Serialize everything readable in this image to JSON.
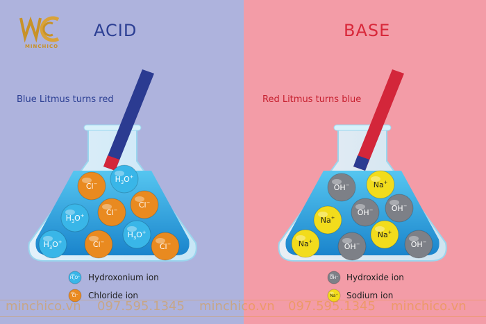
{
  "acid": {
    "heading": "ACID",
    "caption": "Blue Litmus turns red",
    "ions": [
      {
        "label": "Cl",
        "sup": "−",
        "kind": "chloride"
      },
      {
        "label": "H",
        "sub": "3",
        "rest": "O",
        "sup": "+",
        "kind": "hydroxonium"
      },
      {
        "label": "Cl",
        "sup": "−",
        "kind": "chloride"
      },
      {
        "label": "H",
        "sub": "3",
        "rest": "O",
        "sup": "+",
        "kind": "hydroxonium"
      },
      {
        "label": "Cl",
        "sup": "−",
        "kind": "chloride"
      },
      {
        "label": "H",
        "sub": "3",
        "rest": "O",
        "sup": "+",
        "kind": "hydroxonium"
      },
      {
        "label": "Cl",
        "sup": "−",
        "kind": "chloride"
      },
      {
        "label": "H",
        "sub": "3",
        "rest": "O",
        "sup": "+",
        "kind": "hydroxonium"
      },
      {
        "label": "Cl",
        "sup": "−",
        "kind": "chloride"
      }
    ],
    "legend": [
      {
        "label": "Hydroxonium ion",
        "kind": "hydroxonium"
      },
      {
        "label": "Chloride ion",
        "kind": "chloride"
      }
    ]
  },
  "base": {
    "heading": "BASE",
    "caption": "Red Litmus turns blue",
    "ions": [
      {
        "label": "OH",
        "sup": "−",
        "kind": "hydroxide"
      },
      {
        "label": "Na",
        "sup": "+",
        "kind": "sodium"
      },
      {
        "label": "OH",
        "sup": "−",
        "kind": "hydroxide"
      },
      {
        "label": "Na",
        "sup": "+",
        "kind": "sodium"
      },
      {
        "label": "OH",
        "sup": "−",
        "kind": "hydroxide"
      },
      {
        "label": "Na",
        "sup": "+",
        "kind": "sodium"
      },
      {
        "label": "Na",
        "sup": "+",
        "kind": "sodium"
      },
      {
        "label": "OH",
        "sup": "−",
        "kind": "hydroxide"
      },
      {
        "label": "OH",
        "sup": "−",
        "kind": "hydroxide"
      }
    ],
    "legend": [
      {
        "label": "Hydroxide ion",
        "kind": "hydroxide"
      },
      {
        "label": "Sodium ion",
        "kind": "sodium"
      }
    ]
  },
  "colors": {
    "acid_bg": "#aeb3dd",
    "base_bg": "#f39ca7",
    "hydroxonium": "#39b6e8",
    "chloride": "#e98a20",
    "hydroxide": "#7d8087",
    "sodium": "#f2dc1c",
    "liquid": "#2aa3e0",
    "litmus_blue": "#2b3b91",
    "litmus_red": "#d3263a"
  },
  "logo": {
    "name": "MINCHICO"
  },
  "watermark": {
    "site": "minchico.vn",
    "phone": "097.595.1345"
  }
}
